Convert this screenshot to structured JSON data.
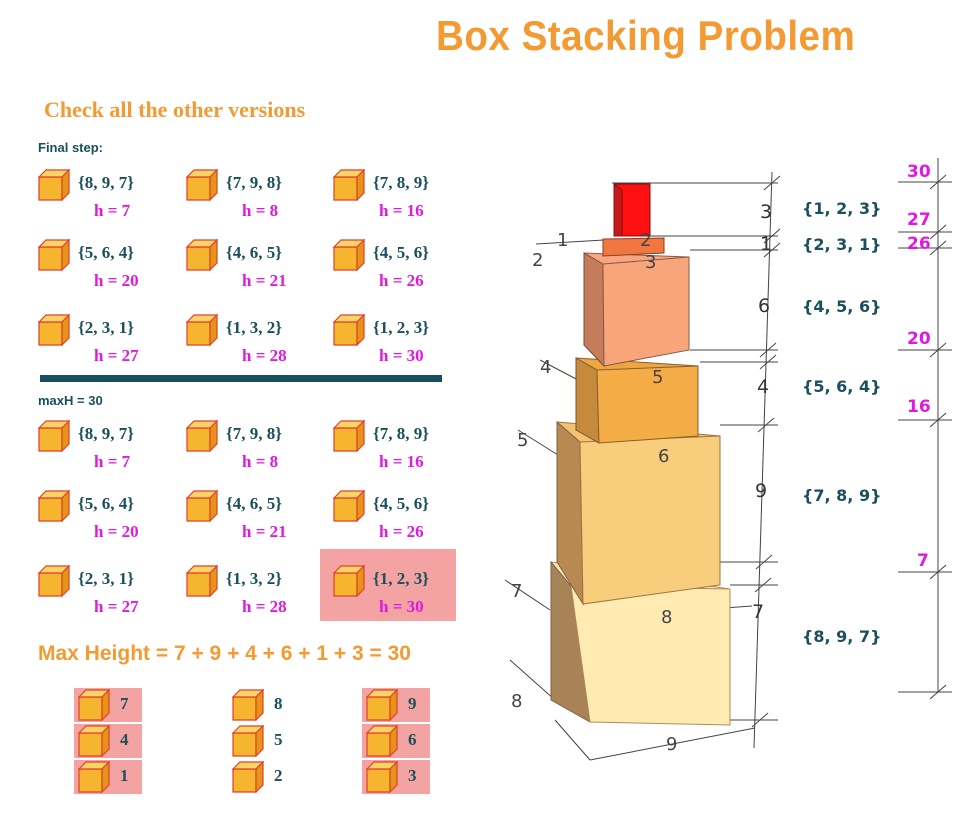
{
  "title": "Box Stacking Problem",
  "subtitle": "Check all the other versions",
  "final_step_label": "Final step:",
  "maxh_label": "maxH = 30",
  "max_height_equation": "Max Height = 7 + 9 + 4 + 6 + 1 + 3 = 30",
  "grid_a": [
    {
      "dims": "{8, 9, 7}",
      "h": "h = 7"
    },
    {
      "dims": "{7, 9, 8}",
      "h": "h = 8"
    },
    {
      "dims": "{7, 8, 9}",
      "h": "h = 16"
    },
    {
      "dims": "{5, 6, 4}",
      "h": "h = 20"
    },
    {
      "dims": "{4, 6, 5}",
      "h": "h = 21"
    },
    {
      "dims": "{4, 5, 6}",
      "h": "h = 26"
    },
    {
      "dims": "{2, 3, 1}",
      "h": "h = 27"
    },
    {
      "dims": "{1, 3, 2}",
      "h": "h = 28"
    },
    {
      "dims": "{1, 2, 3}",
      "h": "h = 30"
    }
  ],
  "grid_b": [
    {
      "dims": "{8, 9, 7}",
      "h": "h = 7"
    },
    {
      "dims": "{7, 9, 8}",
      "h": "h = 8"
    },
    {
      "dims": "{7, 8, 9}",
      "h": "h = 16"
    },
    {
      "dims": "{5, 6, 4}",
      "h": "h = 20"
    },
    {
      "dims": "{4, 6, 5}",
      "h": "h = 21"
    },
    {
      "dims": "{4, 5, 6}",
      "h": "h = 26"
    },
    {
      "dims": "{2, 3, 1}",
      "h": "h = 27"
    },
    {
      "dims": "{1, 3, 2}",
      "h": "h = 28"
    },
    {
      "dims": "{1, 2, 3}",
      "h": "h = 30",
      "highlight": true
    }
  ],
  "bottom_columns": [
    {
      "items": [
        "7",
        "4",
        "1"
      ],
      "highlight": true
    },
    {
      "items": [
        "8",
        "5",
        "2"
      ],
      "highlight": false
    },
    {
      "items": [
        "9",
        "6",
        "3"
      ],
      "highlight": true
    }
  ],
  "stack": {
    "box_labels": [
      "{1, 2, 3}",
      "{2, 3, 1}",
      "{4, 5, 6}",
      "{5, 6, 4}",
      "{7, 8, 9}",
      "{8, 9, 7}"
    ],
    "heights": [
      "3",
      "1",
      "6",
      "4",
      "9",
      "7"
    ],
    "cumulative": [
      "30",
      "27",
      "26",
      "20",
      "16",
      "7"
    ],
    "box_dims": {
      "b1": [
        "1",
        "2"
      ],
      "b2": [
        "2",
        "3"
      ],
      "b4": [
        "4",
        "5"
      ],
      "b5": [
        "5",
        "6"
      ],
      "b6": [
        "7",
        "8"
      ],
      "b7": [
        "8",
        "9"
      ]
    }
  },
  "colors": {
    "title_orange": "#f39a33",
    "teal": "#1a4f5b",
    "magenta": "#e019e0",
    "highlight": "#f4a3a3",
    "icon_front": "#f6b52e",
    "icon_top": "#fbd469",
    "icon_side": "#e69419",
    "icon_edge": "#e0402a"
  }
}
